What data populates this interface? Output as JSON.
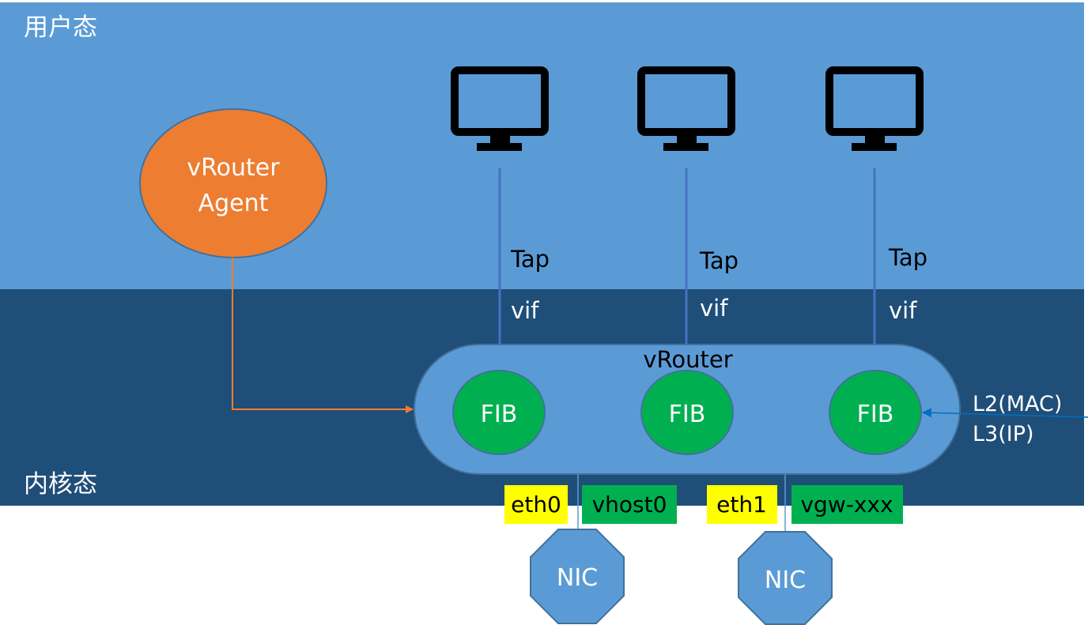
{
  "colors": {
    "user_band": "#5b9bd5",
    "kernel_band": "#1f4e79",
    "agent_fill": "#ed7d31",
    "vrouter_fill": "#5b9bd5",
    "fib_fill": "#00b050",
    "nic_fill": "#5b9bd5",
    "link_line": "#4472c4",
    "eth_label_bg": "#ffff00",
    "vhost_label_bg": "#00b050",
    "agent_arrow": "#ed7d31",
    "l2l3_arrow": "#0070c0"
  },
  "zones": {
    "user_space": "用户态",
    "kernel_space": "内核态"
  },
  "agent": {
    "line1": "vRouter",
    "line2": "Agent"
  },
  "vms": [
    {
      "tap": "Tap",
      "vif": "vif"
    },
    {
      "tap": "Tap",
      "vif": "vif"
    },
    {
      "tap": "Tap",
      "vif": "vif"
    }
  ],
  "vrouter": {
    "title": "vRouter",
    "fibs": [
      "FIB",
      "FIB",
      "FIB"
    ]
  },
  "l2l3": {
    "line1": "L2(MAC)",
    "line2": "L3(IP)"
  },
  "interfaces": [
    {
      "phys": "eth0",
      "virt": "vhost0",
      "nic": "NIC"
    },
    {
      "phys": "eth1",
      "virt": "vgw-xxx",
      "nic": "NIC"
    }
  ]
}
